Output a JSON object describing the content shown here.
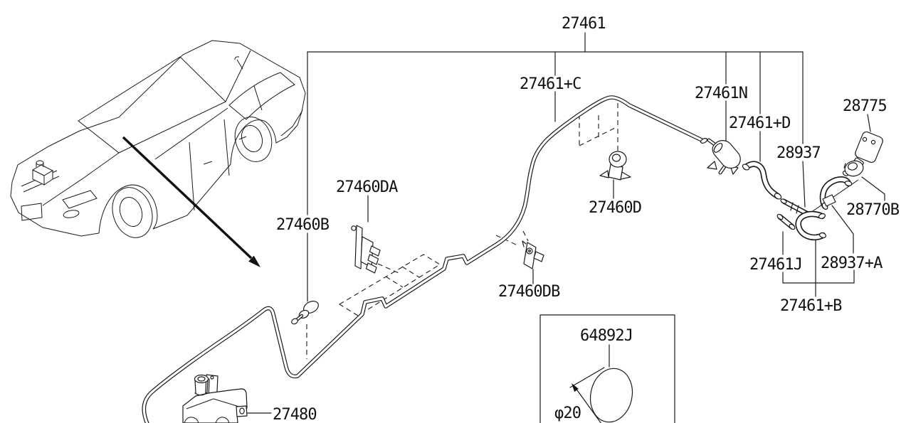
{
  "colors": {
    "ink": "#1a1a1a",
    "background": "#ffffff"
  },
  "labels": {
    "assembly": "27461",
    "tube_c": "27461+C",
    "check_valve": "27461N",
    "hose_d": "27461+D",
    "connector": "28937",
    "rear_nozzle": "28775",
    "rear_grommet": "28770B",
    "clip_da": "27460DA",
    "front_nozzle": "27460B",
    "grommet_d": "27460D",
    "clip_db": "27460DB",
    "tube_j": "27461J",
    "hose_a": "28937+A",
    "tube_b": "27461+B",
    "inset_part": "64892J",
    "washer_tank": "27480",
    "inset_dimension": "φ20"
  }
}
